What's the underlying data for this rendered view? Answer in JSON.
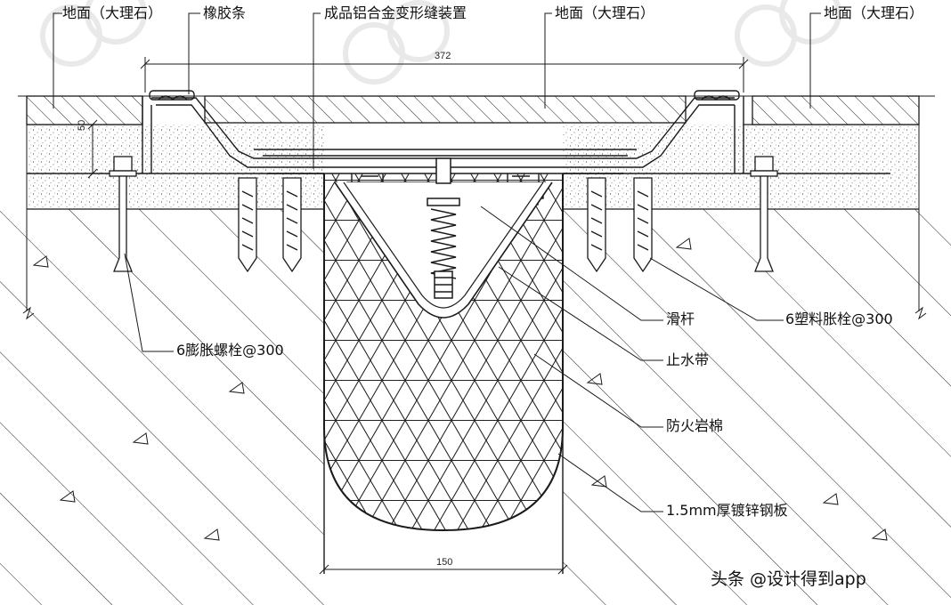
{
  "labels": {
    "marble_left": "地面（大理石）",
    "rubber_strip": "橡胶条",
    "device": "成品铝合金变形缝装置",
    "marble_mid": "地面（大理石）",
    "marble_right": "地面（大理石）",
    "slide_bar": "滑杆",
    "plastic_anchor": "6塑料胀栓@300",
    "expansion_bolt": "6膨胀螺栓@300",
    "waterstop": "止水带",
    "fire_wool": "防火岩棉",
    "steel_plate": "1.5mm厚镀锌钢板"
  },
  "dimensions": {
    "top_width": "372",
    "bottom_width": "150",
    "layer_height": "50"
  },
  "watermark": "头条 @设计得到app",
  "colors": {
    "line": "#1a1a1a",
    "background": "#ffffff",
    "bg_pattern": "#d9d9d9"
  }
}
